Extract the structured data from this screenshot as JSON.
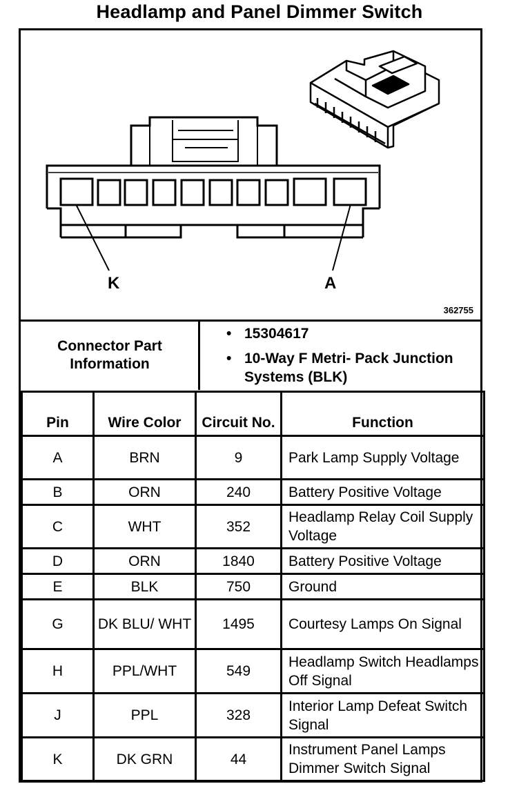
{
  "title": "Headlamp and Panel Dimmer Switch",
  "diagram": {
    "figure_number": "362755",
    "callout_left": "K",
    "callout_right": "A"
  },
  "connector_info": {
    "label": "Connector Part Information",
    "items": [
      {
        "bullet": "•",
        "text": "15304617"
      },
      {
        "bullet": "•",
        "text": "10-Way F Metri- Pack Junction Systems (BLK)"
      }
    ]
  },
  "table": {
    "headers": {
      "pin": "Pin",
      "wire_color": "Wire Color",
      "circuit": "Circuit No.",
      "function": "Function"
    },
    "rows": [
      {
        "pin": "A",
        "wire": "BRN",
        "circuit": "9",
        "function": "Park Lamp Supply Voltage"
      },
      {
        "pin": "B",
        "wire": "ORN",
        "circuit": "240",
        "function": "Battery Positive Voltage"
      },
      {
        "pin": "C",
        "wire": "WHT",
        "circuit": "352",
        "function": "Headlamp Relay Coil Supply Voltage"
      },
      {
        "pin": "D",
        "wire": "ORN",
        "circuit": "1840",
        "function": "Battery Positive Voltage"
      },
      {
        "pin": "E",
        "wire": "BLK",
        "circuit": "750",
        "function": "Ground"
      },
      {
        "pin": "G",
        "wire": "DK BLU/ WHT",
        "circuit": "1495",
        "function": "Courtesy Lamps On Signal"
      },
      {
        "pin": "H",
        "wire": "PPL/WHT",
        "circuit": "549",
        "function": "Headlamp Switch Headlamps Off Signal"
      },
      {
        "pin": "J",
        "wire": "PPL",
        "circuit": "328",
        "function": "Interior Lamp Defeat Switch Signal"
      },
      {
        "pin": "K",
        "wire": "DK GRN",
        "circuit": "44",
        "function": "Instrument Panel Lamps Dimmer Switch Signal"
      }
    ]
  }
}
